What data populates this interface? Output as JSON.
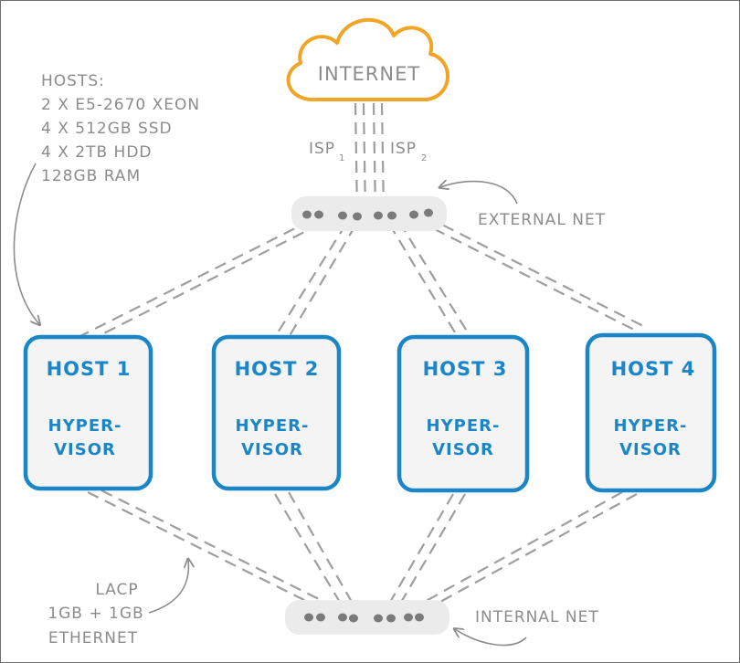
{
  "cloud": {
    "label": "INTERNET"
  },
  "isp_links": [
    "ISP",
    "ISP"
  ],
  "isp_subscripts": [
    "1",
    "2"
  ],
  "hosts_spec": {
    "title": "HOSTS:",
    "lines": [
      "2 X E5-2670 XEON",
      "4 X 512GB SSD",
      "4 X 2TB HDD",
      "128GB RAM"
    ]
  },
  "external_net": {
    "label": "EXTERNAL NET"
  },
  "internal_net": {
    "label": "INTERNAL NET"
  },
  "hosts": [
    {
      "title": "HOST 1",
      "line1": "HYPER-",
      "line2": "VISOR"
    },
    {
      "title": "HOST 2",
      "line1": "HYPER-",
      "line2": "VISOR"
    },
    {
      "title": "HOST 3",
      "line1": "HYPER-",
      "line2": "VISOR"
    },
    {
      "title": "HOST 4",
      "line1": "HYPER-",
      "line2": "VISOR"
    }
  ],
  "lacp_note": {
    "lines": [
      "LACP",
      "1GB + 1GB",
      "ETHERNET"
    ]
  },
  "colors": {
    "cloud": "#f0a527",
    "host_border": "#1a86c8",
    "host_fill": "#f4f4f4",
    "link": "#9e9e9e",
    "text_gray": "#8c8c8c"
  }
}
